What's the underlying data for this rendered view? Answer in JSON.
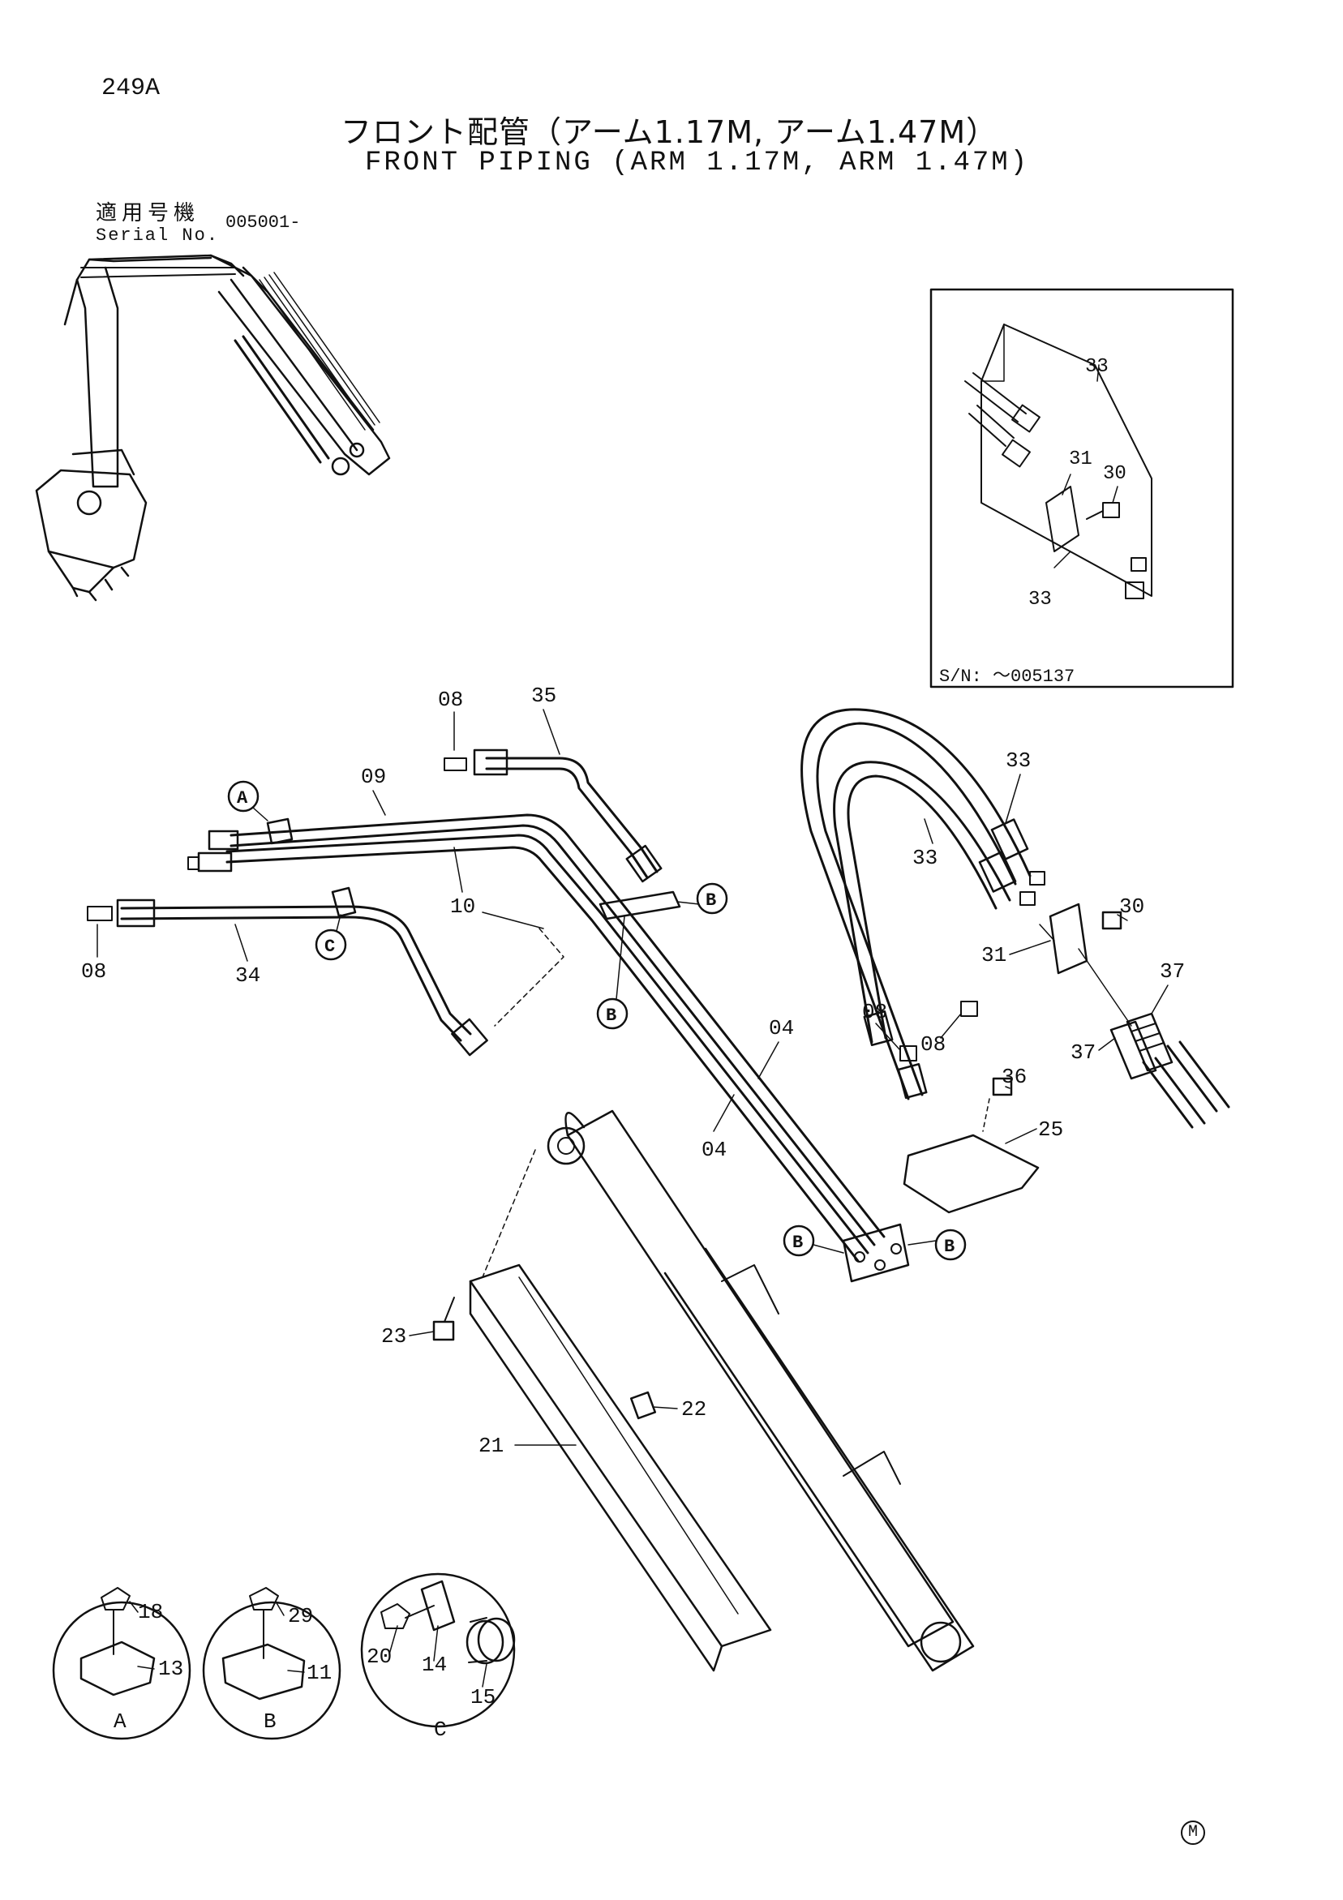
{
  "page_number": "249A",
  "title_jp": "フロント配管（アーム1.17M, アーム1.47M）",
  "title_en": "FRONT PIPING (ARM 1.17M, ARM 1.47M)",
  "serial": {
    "label_jp": "適用号機",
    "label_en": "Serial No.",
    "value": "005001-"
  },
  "inset": {
    "sn_note": "S/N: ～005137",
    "labels": [
      "33",
      "31",
      "30",
      "33"
    ]
  },
  "parts": {
    "p08a": "08",
    "p35": "35",
    "p09": "09",
    "p10": "10",
    "p08b": "08",
    "p34": "34",
    "p33a": "33",
    "p33b": "33",
    "p30": "30",
    "p31": "31",
    "p37a": "37",
    "p37b": "37",
    "p08c": "08",
    "p08d": "08",
    "p04a": "04",
    "p04b": "04",
    "p36": "36",
    "p25": "25",
    "p23": "23",
    "p22": "22",
    "p21": "21",
    "p18": "18",
    "p13": "13",
    "p29": "29",
    "p11": "11",
    "p20": "20",
    "p14": "14",
    "p15": "15"
  },
  "callouts": {
    "A": "A",
    "B": "B",
    "C": "C"
  },
  "detail_labels": {
    "A": "A",
    "B": "B",
    "C": "C"
  },
  "footer_mark": "M"
}
